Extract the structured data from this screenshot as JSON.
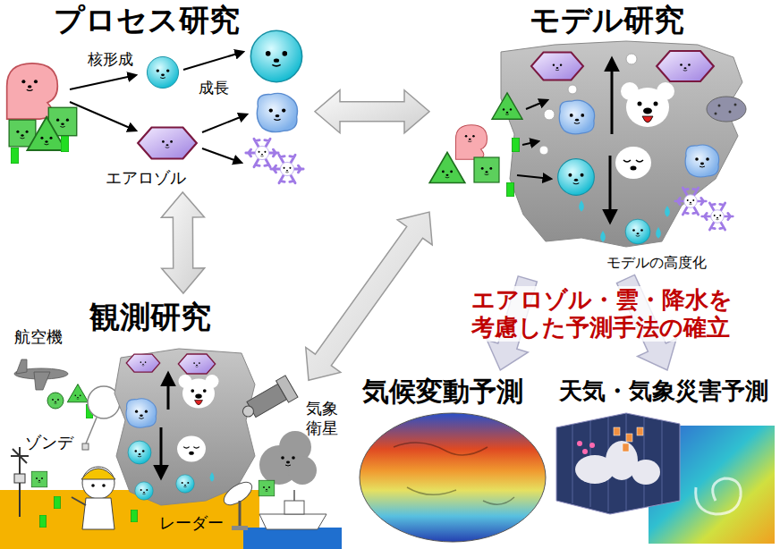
{
  "diagram": {
    "nodes": [
      {
        "text": [
          "プロセス研究"
        ]
      },
      {
        "text": [
          "モデル研究"
        ]
      },
      {
        "text": [
          "観測研究"
        ]
      },
      {
        "text": [
          "気候変動予測"
        ]
      },
      {
        "text": [
          "天気・気象災害予測"
        ]
      }
    ],
    "edges": [
      {
        "from": 0,
        "to": 1,
        "arrow": "both"
      },
      {
        "from": 0,
        "to": 2,
        "arrow": "both"
      },
      {
        "from": 2,
        "to": 1,
        "arrow": "both"
      },
      {
        "from": 1,
        "to": 3,
        "arrow": "to"
      },
      {
        "from": 1,
        "to": 4,
        "arrow": "to"
      }
    ],
    "labels": [
      "核形成",
      "成長",
      "エアロゾル",
      "モデルの高度化",
      "エアロゾル・雲・降水を 考慮した予測手法の確立",
      "航空機",
      "ゾンデ",
      "気象 衛星",
      "レーダー"
    ]
  }
}
